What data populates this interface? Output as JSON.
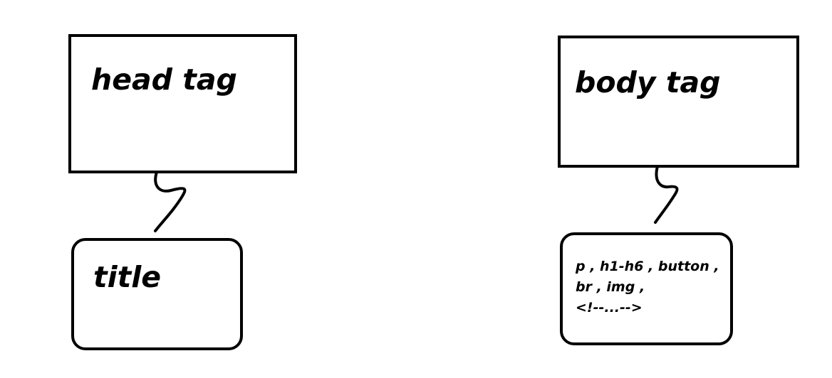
{
  "diagram": {
    "nodes": {
      "head": {
        "label": "head tag"
      },
      "title": {
        "label": "title"
      },
      "body": {
        "label": "body tag"
      },
      "body_children": {
        "lines": [
          "p , h1-h6 , button ,",
          "br , img ,",
          "<!--...-->"
        ]
      }
    },
    "edges": [
      {
        "from": "head",
        "to": "title"
      },
      {
        "from": "body",
        "to": "body_children"
      }
    ],
    "colors": {
      "stroke": "#000000",
      "background": "#ffffff"
    }
  }
}
